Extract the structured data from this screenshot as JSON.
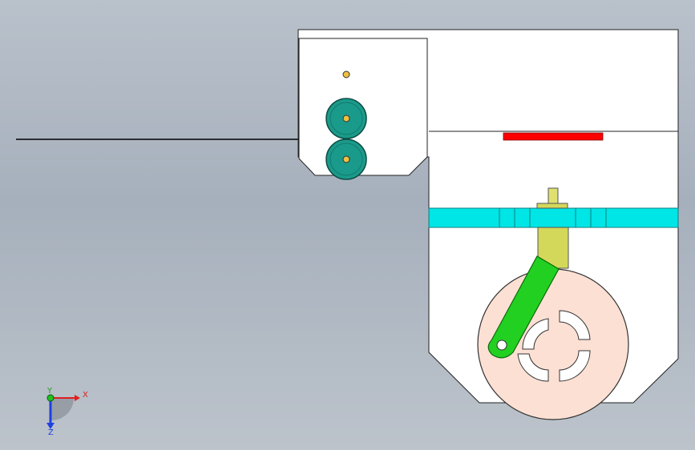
{
  "viewport": {
    "background_top": "#b9c1cb",
    "background_bottom": "#bcc3cb"
  },
  "model": {
    "body_color": "#ffffff",
    "roller_color": "#1a9a8a",
    "roller_pin_color": "#f0c040",
    "cutter_blade_color": "#ff0000",
    "rail_color": "#00e5e5",
    "slider_color": "#d4d85a",
    "connecting_rod_color": "#22d022",
    "crank_disc_color": "#fde0d4"
  },
  "triad": {
    "x_label": "X",
    "y_label": "Y",
    "z_label": "Z",
    "x_color": "#e02020",
    "y_color": "#20c020",
    "z_color": "#2040e0"
  }
}
